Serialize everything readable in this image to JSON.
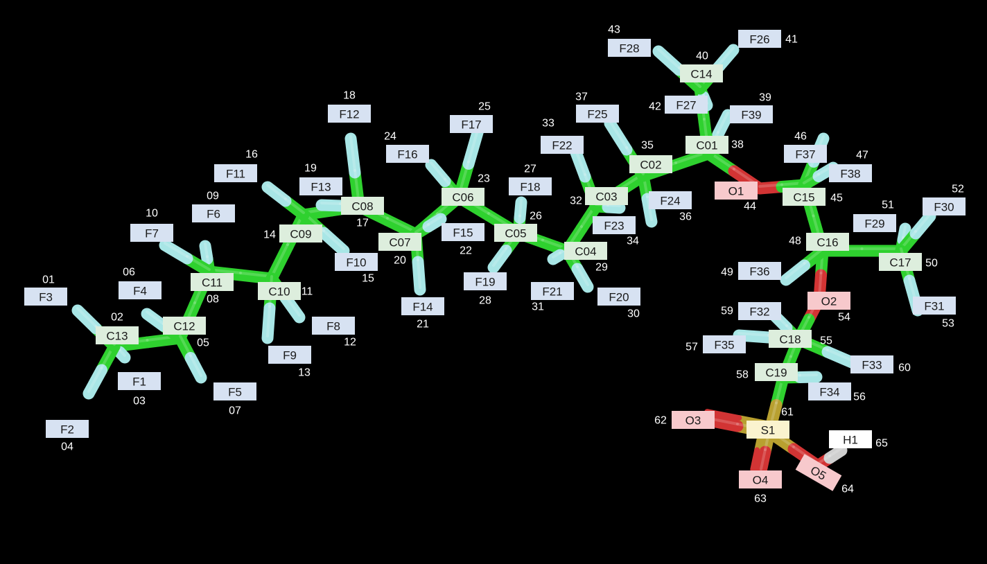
{
  "colors": {
    "background": "#000000",
    "carbon_bond": "#2fd12f",
    "carbon_bond_shade": "#1f8f1f",
    "fluorine_bond": "#a8e6e6",
    "oxygen_bond": "#d23434",
    "sulfur_bond": "#b8a030",
    "hydrogen_bond": "#cfcfcf",
    "label_C": "#ddeedd",
    "label_F": "#d7e2f2",
    "label_O": "#f7c9cc",
    "label_S": "#faf3cf",
    "label_H": "#ffffff",
    "index_text": "#ffffff"
  },
  "atoms": [
    {
      "name": "C01",
      "el": "C",
      "idx": "38"
    },
    {
      "name": "C02",
      "el": "C",
      "idx": "35"
    },
    {
      "name": "C03",
      "el": "C",
      "idx": "32"
    },
    {
      "name": "C04",
      "el": "C",
      "idx": "29"
    },
    {
      "name": "C05",
      "el": "C",
      "idx": "26"
    },
    {
      "name": "C06",
      "el": "C",
      "idx": "23"
    },
    {
      "name": "C07",
      "el": "C",
      "idx": "20"
    },
    {
      "name": "C08",
      "el": "C",
      "idx": "17"
    },
    {
      "name": "C09",
      "el": "C",
      "idx": "14"
    },
    {
      "name": "C10",
      "el": "C",
      "idx": "11"
    },
    {
      "name": "C11",
      "el": "C",
      "idx": "08"
    },
    {
      "name": "C12",
      "el": "C",
      "idx": "05"
    },
    {
      "name": "C13",
      "el": "C",
      "idx": "02"
    },
    {
      "name": "C14",
      "el": "C",
      "idx": "40"
    },
    {
      "name": "C15",
      "el": "C",
      "idx": "45"
    },
    {
      "name": "C16",
      "el": "C",
      "idx": "48"
    },
    {
      "name": "C17",
      "el": "C",
      "idx": "50"
    },
    {
      "name": "C18",
      "el": "C",
      "idx": "55"
    },
    {
      "name": "C19",
      "el": "C",
      "idx": "58"
    },
    {
      "name": "F1",
      "el": "F",
      "idx": "03"
    },
    {
      "name": "F2",
      "el": "F",
      "idx": "04"
    },
    {
      "name": "F3",
      "el": "F",
      "idx": "01"
    },
    {
      "name": "F4",
      "el": "F",
      "idx": "06"
    },
    {
      "name": "F5",
      "el": "F",
      "idx": "07"
    },
    {
      "name": "F6",
      "el": "F",
      "idx": "09"
    },
    {
      "name": "F7",
      "el": "F",
      "idx": "10"
    },
    {
      "name": "F8",
      "el": "F",
      "idx": "12"
    },
    {
      "name": "F9",
      "el": "F",
      "idx": "13"
    },
    {
      "name": "F10",
      "el": "F",
      "idx": "15"
    },
    {
      "name": "F11",
      "el": "F",
      "idx": "16"
    },
    {
      "name": "F12",
      "el": "F",
      "idx": "18"
    },
    {
      "name": "F13",
      "el": "F",
      "idx": "19"
    },
    {
      "name": "F14",
      "el": "F",
      "idx": "21"
    },
    {
      "name": "F15",
      "el": "F",
      "idx": "22"
    },
    {
      "name": "F16",
      "el": "F",
      "idx": "24"
    },
    {
      "name": "F17",
      "el": "F",
      "idx": "25"
    },
    {
      "name": "F18",
      "el": "F",
      "idx": "27"
    },
    {
      "name": "F19",
      "el": "F",
      "idx": "28"
    },
    {
      "name": "F20",
      "el": "F",
      "idx": "30"
    },
    {
      "name": "F21",
      "el": "F",
      "idx": "31"
    },
    {
      "name": "F22",
      "el": "F",
      "idx": "33"
    },
    {
      "name": "F23",
      "el": "F",
      "idx": "34"
    },
    {
      "name": "F24",
      "el": "F",
      "idx": "36"
    },
    {
      "name": "F25",
      "el": "F",
      "idx": "37"
    },
    {
      "name": "F26",
      "el": "F",
      "idx": "41"
    },
    {
      "name": "F27",
      "el": "F",
      "idx": "42"
    },
    {
      "name": "F28",
      "el": "F",
      "idx": "43"
    },
    {
      "name": "F29",
      "el": "F",
      "idx": "51"
    },
    {
      "name": "F30",
      "el": "F",
      "idx": "52"
    },
    {
      "name": "F31",
      "el": "F",
      "idx": "53"
    },
    {
      "name": "F32",
      "el": "F",
      "idx": "59"
    },
    {
      "name": "F33",
      "el": "F",
      "idx": "60"
    },
    {
      "name": "F34",
      "el": "F",
      "idx": "56"
    },
    {
      "name": "F35",
      "el": "F",
      "idx": "57"
    },
    {
      "name": "F36",
      "el": "F",
      "idx": "49"
    },
    {
      "name": "F37",
      "el": "F",
      "idx": "46"
    },
    {
      "name": "F38",
      "el": "F",
      "idx": "47"
    },
    {
      "name": "F39",
      "el": "F",
      "idx": "39"
    },
    {
      "name": "O1",
      "el": "O",
      "idx": "44"
    },
    {
      "name": "O2",
      "el": "O",
      "idx": "54"
    },
    {
      "name": "O3",
      "el": "O",
      "idx": "62"
    },
    {
      "name": "O4",
      "el": "O",
      "idx": "63"
    },
    {
      "name": "O5",
      "el": "O",
      "idx": "64"
    },
    {
      "name": "S1",
      "el": "S",
      "idx": "61"
    },
    {
      "name": "H1",
      "el": "H",
      "idx": "65"
    }
  ],
  "bonds": [
    [
      "C13",
      "C12"
    ],
    [
      "C13",
      "F1"
    ],
    [
      "C13",
      "F2"
    ],
    [
      "C13",
      "F3"
    ],
    [
      "C12",
      "C11"
    ],
    [
      "C12",
      "F4"
    ],
    [
      "C12",
      "F5"
    ],
    [
      "C11",
      "C10"
    ],
    [
      "C11",
      "F6"
    ],
    [
      "C11",
      "F7"
    ],
    [
      "C10",
      "C09"
    ],
    [
      "C10",
      "F8"
    ],
    [
      "C10",
      "F9"
    ],
    [
      "C09",
      "C08"
    ],
    [
      "C09",
      "F10"
    ],
    [
      "C09",
      "F11"
    ],
    [
      "C08",
      "C07"
    ],
    [
      "C08",
      "F12"
    ],
    [
      "C08",
      "F13"
    ],
    [
      "C07",
      "C06"
    ],
    [
      "C07",
      "F14"
    ],
    [
      "C07",
      "F15"
    ],
    [
      "C06",
      "C05"
    ],
    [
      "C06",
      "F16"
    ],
    [
      "C06",
      "F17"
    ],
    [
      "C05",
      "C04"
    ],
    [
      "C05",
      "F18"
    ],
    [
      "C05",
      "F19"
    ],
    [
      "C04",
      "C03"
    ],
    [
      "C04",
      "F20"
    ],
    [
      "C04",
      "F21"
    ],
    [
      "C03",
      "C02"
    ],
    [
      "C03",
      "F22"
    ],
    [
      "C03",
      "F23"
    ],
    [
      "C02",
      "C01"
    ],
    [
      "C02",
      "F24"
    ],
    [
      "C02",
      "F25"
    ],
    [
      "C01",
      "C14"
    ],
    [
      "C01",
      "O1"
    ],
    [
      "C01",
      "F39"
    ],
    [
      "C14",
      "F26"
    ],
    [
      "C14",
      "F27"
    ],
    [
      "C14",
      "F28"
    ],
    [
      "O1",
      "C15"
    ],
    [
      "C15",
      "C16"
    ],
    [
      "C15",
      "F37"
    ],
    [
      "C15",
      "F38"
    ],
    [
      "C16",
      "C17"
    ],
    [
      "C16",
      "O2"
    ],
    [
      "C16",
      "F36"
    ],
    [
      "C17",
      "F29"
    ],
    [
      "C17",
      "F30"
    ],
    [
      "C17",
      "F31"
    ],
    [
      "O2",
      "C18"
    ],
    [
      "C18",
      "C19"
    ],
    [
      "C18",
      "F32"
    ],
    [
      "C18",
      "F33"
    ],
    [
      "C18",
      "F35"
    ],
    [
      "C19",
      "S1"
    ],
    [
      "C19",
      "F34"
    ],
    [
      "S1",
      "O3"
    ],
    [
      "S1",
      "O4"
    ],
    [
      "S1",
      "O5"
    ],
    [
      "O5",
      "H1"
    ]
  ]
}
